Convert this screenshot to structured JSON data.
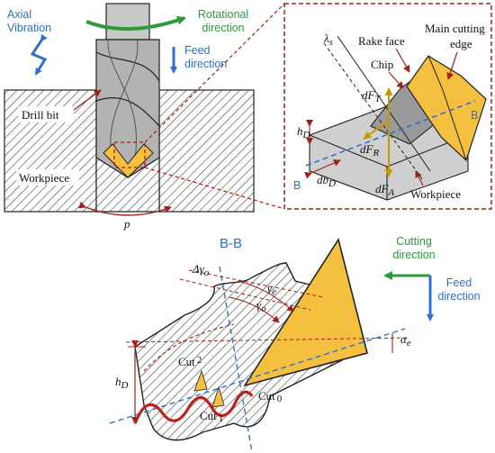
{
  "colors": {
    "blue": "#2f6fd0",
    "green": "#2e9b3a",
    "red_dashed": "#a0201a",
    "insert_yellow": "#f5c040",
    "chip_grey": "#b9b9b9",
    "force_arrow": "#c59a00",
    "wave_red": "#c0201a"
  },
  "labels": {
    "axial_vibration": [
      "Axial",
      "Vibration"
    ],
    "rotational_direction": [
      "Rotational",
      "direction"
    ],
    "feed_direction": [
      "Feed",
      "direction"
    ],
    "drill_bit": "Drill bit",
    "workpiece_left": "Workpiece",
    "p": "p",
    "lambda_s": "λ",
    "lambda_sub": "s",
    "rake_face": "Rake face",
    "main_cutting_edge": [
      "Main cutting",
      "edge"
    ],
    "chip": "Chip",
    "dFT": "dF",
    "dFT_sub": "T",
    "dFR": "dF",
    "dFR_sub": "R",
    "dFA": "dF",
    "dFA_sub": "A",
    "hD_small": "h",
    "hD_small_sub": "D",
    "dbD": "db",
    "dbD_sub": "D",
    "B_right": "B",
    "B_left": "B",
    "workpiece_right": "Workpiece",
    "section_bb": "B-B",
    "cutting_direction": [
      "Cutting",
      "direction"
    ],
    "feed_direction_2": [
      "Feed",
      "direction"
    ],
    "delta_gamma": "Δγ",
    "delta_gamma_sub": "o",
    "gamma_e": "γ",
    "gamma_e_sub": "e",
    "gamma_o": "γ",
    "gamma_o_sub": "o",
    "alpha_e": "α",
    "alpha_e_sub": "e",
    "hD_big": "h",
    "hD_big_sub": "D",
    "cut2": "Cut",
    "cut2_sub": "2",
    "cut1": "Cut",
    "cut1_sub": "1",
    "cut0": "Cut",
    "cut0_sub": "0"
  }
}
